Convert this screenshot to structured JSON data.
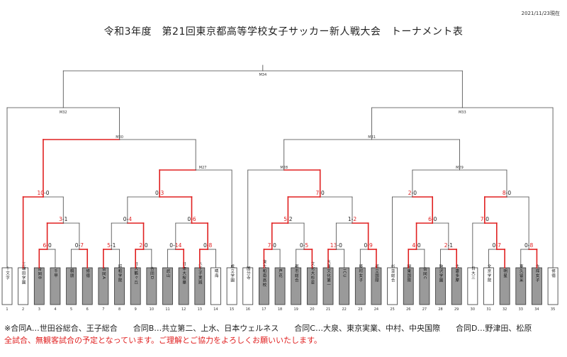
{
  "date": "2021/11/23現在",
  "title": "令和3年度　第21回東京都高等学校女子サッカー新人戦大会　トーナメント表",
  "note1": "※合同A…世田谷総合、王子総合　　合同B…共立第二、上水、日本ウェルネス　　合同C…大泉、東京実業、中村、中央国際　　合同D…野津田、松原",
  "note2": "全試合、無観客試合の予定となっています。ご理解とご協力をよろしくお願いいたします。",
  "teams": [
    {
      "no": "1",
      "name": "十文字",
      "shade": false
    },
    {
      "no": "2",
      "name": "三輪田学園",
      "shade": false
    },
    {
      "no": "3",
      "name": "合同B",
      "shade": true
    },
    {
      "no": "4",
      "name": "千早",
      "shade": true
    },
    {
      "no": "5",
      "name": "桐朋",
      "shade": true
    },
    {
      "no": "6",
      "name": "修徳",
      "shade": true
    },
    {
      "no": "7",
      "name": "合同A",
      "shade": true
    },
    {
      "no": "8",
      "name": "昭和学院",
      "shade": true
    },
    {
      "no": "9",
      "name": "日大鶴ヶ丘",
      "shade": true
    },
    {
      "no": "10",
      "name": "合同D",
      "shade": true
    },
    {
      "no": "11",
      "name": "武山",
      "shade": true
    },
    {
      "no": "12",
      "name": "日体大桜華",
      "shade": true
    },
    {
      "no": "13",
      "name": "八王子実践",
      "shade": true
    },
    {
      "no": "14",
      "name": "晴海",
      "shade": false
    },
    {
      "no": "15",
      "name": "成立学園",
      "shade": false
    },
    {
      "no": "16",
      "name": "国分寺",
      "shade": false
    },
    {
      "no": "17",
      "name": "東大和南高校",
      "shade": true
    },
    {
      "no": "18",
      "name": "芦花",
      "shade": true
    },
    {
      "no": "19",
      "name": "都市総合",
      "shade": true
    },
    {
      "no": "20",
      "name": "文化大杉並",
      "shade": true
    },
    {
      "no": "21",
      "name": "大東文化第一",
      "shade": true
    },
    {
      "no": "22",
      "name": "ICU",
      "shade": true
    },
    {
      "no": "23",
      "name": "藤村女子",
      "shade": true
    },
    {
      "no": "24",
      "name": "都立国際",
      "shade": true
    },
    {
      "no": "25",
      "name": "杉並総合",
      "shade": false
    },
    {
      "no": "26",
      "name": "関東国際",
      "shade": true
    },
    {
      "no": "27",
      "name": "合同C",
      "shade": true
    },
    {
      "no": "28",
      "name": "駒沢学園",
      "shade": true
    },
    {
      "no": "29",
      "name": "大妻多摩",
      "shade": true
    },
    {
      "no": "30",
      "name": "日大三",
      "shade": false
    },
    {
      "no": "31",
      "name": "文京学院",
      "shade": false
    },
    {
      "no": "32",
      "name": "明星",
      "shade": true
    },
    {
      "no": "33",
      "name": "東久留米",
      "shade": true
    },
    {
      "no": "34",
      "name": "吉祥女子",
      "shade": true
    },
    {
      "no": "35",
      "name": "修徳",
      "shade": false
    }
  ],
  "scores": [
    {
      "left": "6",
      "right": "0"
    },
    {
      "left": "0",
      "right": "7"
    },
    {
      "left": "5",
      "right": "1"
    },
    {
      "left": "2",
      "right": "0"
    },
    {
      "left": "0",
      "right": "14"
    },
    {
      "left": "0",
      "right": "8"
    },
    {
      "left": "3",
      "right": "1"
    },
    {
      "left": "0",
      "right": "4"
    },
    {
      "left": "0",
      "right": "6"
    },
    {
      "left": "10",
      "right": "0"
    },
    {
      "left": "0",
      "right": "3"
    },
    {
      "left": "7",
      "right": "0"
    },
    {
      "left": "0",
      "right": "5"
    },
    {
      "left": "13",
      "right": "0"
    },
    {
      "left": "0",
      "right": "9"
    },
    {
      "left": "5",
      "right": "2"
    },
    {
      "left": "1",
      "right": "2"
    },
    {
      "left": "7",
      "right": "0"
    },
    {
      "left": "4",
      "right": "0"
    },
    {
      "left": "2",
      "right": "1"
    },
    {
      "left": "0",
      "right": "7"
    },
    {
      "left": "0",
      "right": "8"
    },
    {
      "left": "6",
      "right": "0"
    },
    {
      "left": "7",
      "right": "0"
    },
    {
      "left": "2",
      "right": "0"
    },
    {
      "left": "8",
      "right": "0"
    }
  ],
  "match_labels": [
    "M34",
    "M32",
    "M33",
    "M30",
    "M31",
    "M27",
    "M28",
    "M29"
  ]
}
